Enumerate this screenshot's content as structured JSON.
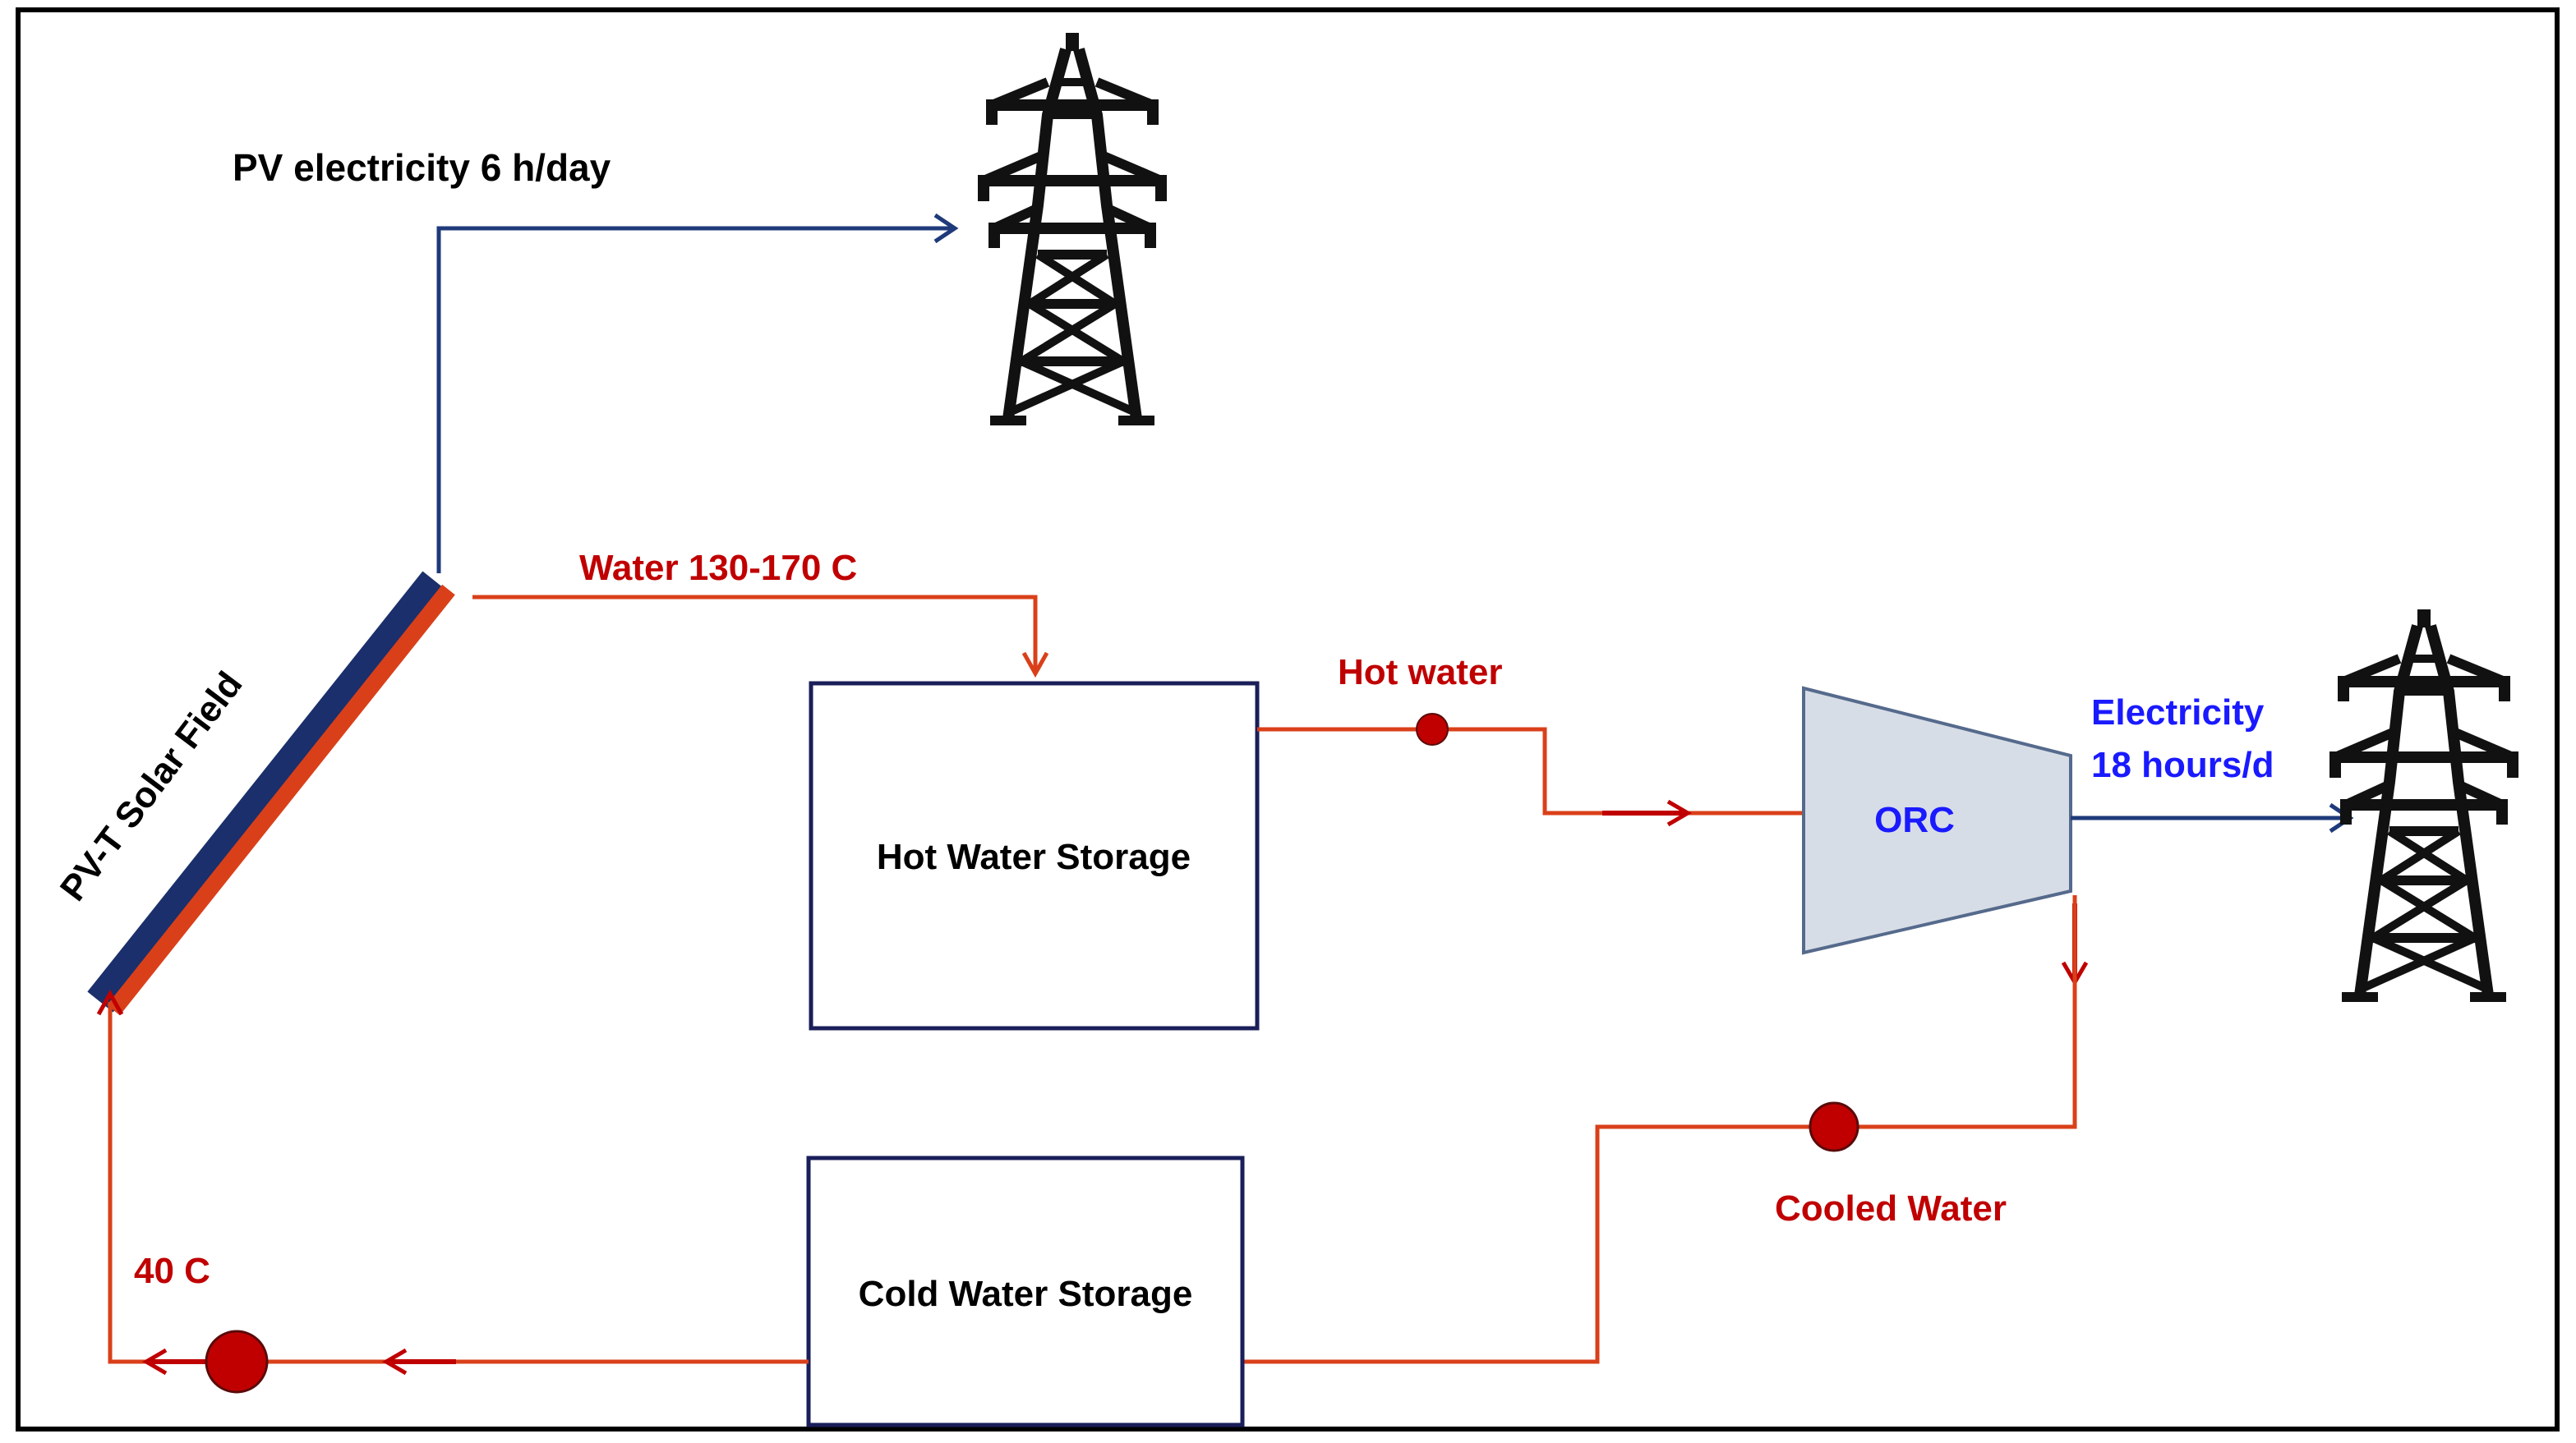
{
  "labels": {
    "pv_electricity": "PV electricity  6 h/day",
    "water_temp": "Water 130-170 C",
    "hot_water": "Hot water",
    "electricity_line1": "Electricity",
    "electricity_line2": "18 hours/d",
    "orc": "ORC",
    "hot_storage": "Hot Water Storage",
    "cold_storage": "Cold Water Storage",
    "cooled_water": "Cooled Water",
    "inlet_temp": "40  C",
    "solar_field": "PV-T Solar Field"
  },
  "colors": {
    "water_line": "#d9401a",
    "water_text": "#c00000",
    "electric_line": "#1f3a7a",
    "orc_text": "#1a1aff",
    "pump": "#c00000",
    "orc_fill": "#d7dde6",
    "tower": "#111111"
  },
  "icons": {
    "tower_icons": [
      "transmission-tower-icon",
      "transmission-tower-icon"
    ]
  }
}
